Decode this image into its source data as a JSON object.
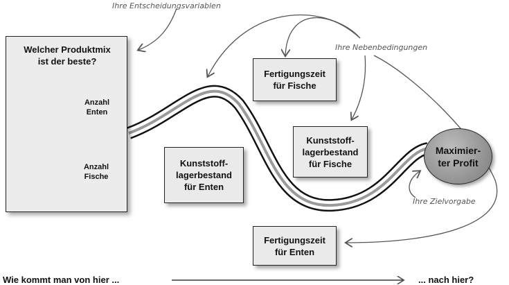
{
  "annotations": {
    "decision_variables": "Ihre Entscheidungsvariablen",
    "constraints": "Ihre Nebenbedingungen",
    "objective": "Ihre Zielvorgabe"
  },
  "panel": {
    "title": "Welcher Produktmix\nist der beste?",
    "duck_label": "Anzahl\nEnten",
    "fish_label": "Anzahl\nFische"
  },
  "boxes": {
    "time_fish": "Fertigungszeit\nfür Fische",
    "plastic_fish": "Kunststoff-\nlagerbestand\nfür Fische",
    "plastic_ducks": "Kunststoff-\nlagerbestand\nfür Enten",
    "time_ducks": "Fertigungszeit\nfür Enten"
  },
  "goal": "Maximier-\nter Profit",
  "footer": {
    "left": "Wie kommt man von hier ...",
    "right": "... nach hier?"
  }
}
